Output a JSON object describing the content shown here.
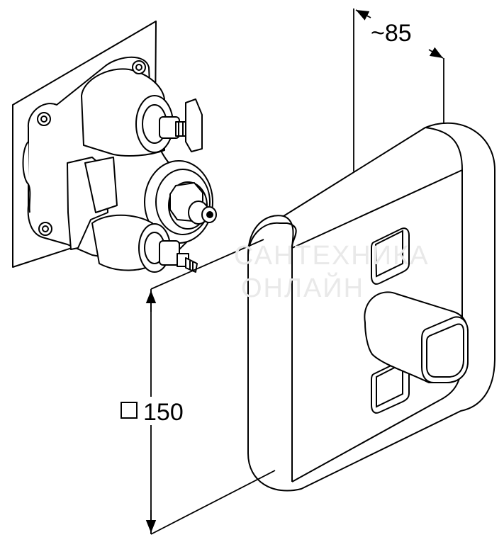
{
  "dimensions": {
    "depth_label": "~85",
    "size_value": "150",
    "size_symbol": "square"
  },
  "watermark": {
    "line1": "САНТЕХНИКА",
    "line2": "ОНЛАЙН"
  },
  "colors": {
    "line": "#000000",
    "background": "#ffffff",
    "watermark": "#e9e9e9"
  },
  "parts": [
    "concealed-valve-body",
    "trim-plate",
    "control-knob",
    "push-buttons"
  ]
}
